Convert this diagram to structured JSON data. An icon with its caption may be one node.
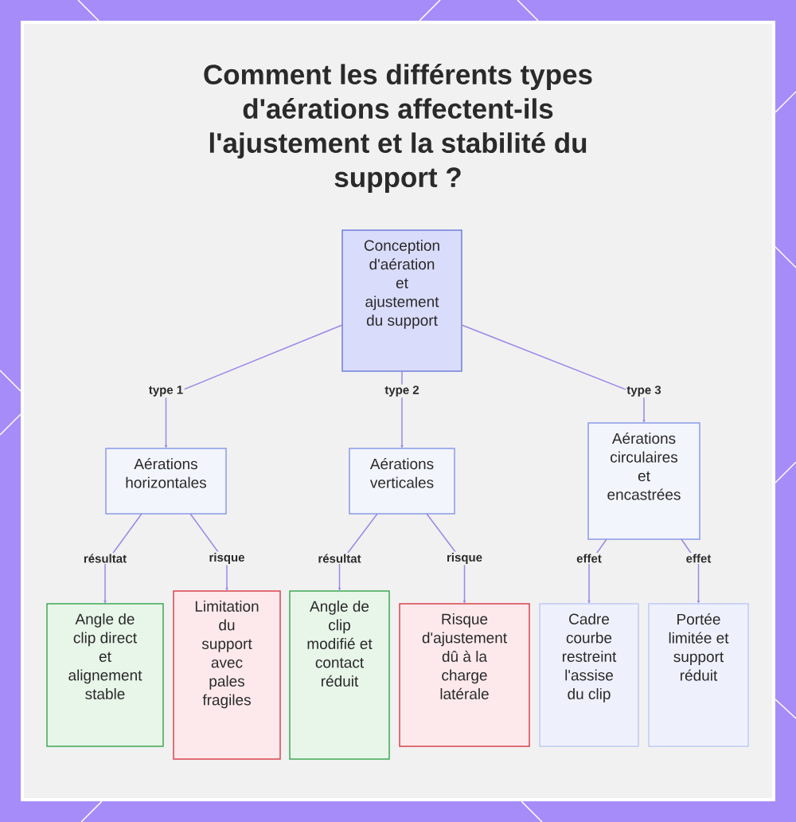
{
  "diagram": {
    "title": "Comment les différents types d'aérations affectent-ils l'ajustement et la stabilité du support ?",
    "nodes": [
      {
        "text": [
          "Conception d'aération et ajustement du support"
        ]
      },
      {
        "text": [
          "Aérations horizontales"
        ]
      },
      {
        "text": [
          "Aérations verticales"
        ]
      },
      {
        "text": [
          "Aérations circulaires et encastrées"
        ]
      },
      {
        "text": [
          "Angle de clip direct et alignement stable"
        ]
      },
      {
        "text": [
          "Limitation du support avec pales fragiles"
        ]
      },
      {
        "text": [
          "Angle de clip modifié et contact réduit"
        ]
      },
      {
        "text": [
          "Risque d'ajustement dû à la charge latérale"
        ]
      },
      {
        "text": [
          "Cadre courbe restreint l'assise du clip"
        ]
      },
      {
        "text": [
          "Portée limitée et support réduit"
        ]
      }
    ],
    "edges": [
      {
        "from": 0,
        "to": 1,
        "arrow": "to",
        "label": "type 1"
      },
      {
        "from": 0,
        "to": 2,
        "arrow": "to",
        "label": "type 2"
      },
      {
        "from": 0,
        "to": 3,
        "arrow": "to",
        "label": "type 3"
      },
      {
        "from": 1,
        "to": 4,
        "arrow": "to",
        "label": "résultat"
      },
      {
        "from": 1,
        "to": 5,
        "arrow": "to",
        "label": "risque"
      },
      {
        "from": 2,
        "to": 6,
        "arrow": "to",
        "label": "résultat"
      },
      {
        "from": 2,
        "to": 7,
        "arrow": "to",
        "label": "risque"
      },
      {
        "from": 3,
        "to": 8,
        "arrow": "to",
        "label": "effet"
      },
      {
        "from": 3,
        "to": 9,
        "arrow": "to",
        "label": "effet"
      }
    ]
  }
}
